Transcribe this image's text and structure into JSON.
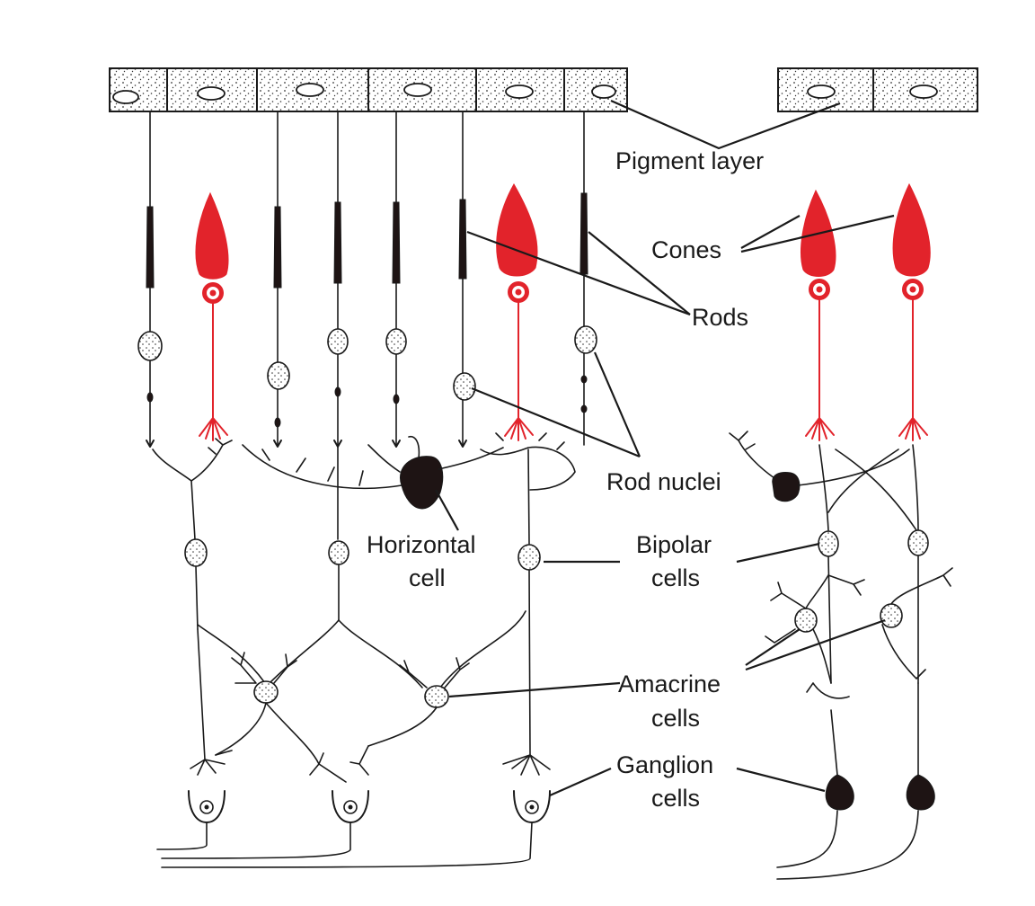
{
  "labels": {
    "pigment_layer": "Pigment layer",
    "cones": "Cones",
    "rods": "Rods",
    "rod_nuclei": "Rod nuclei",
    "horizontal_line1": "Horizontal",
    "horizontal_line2": "cell",
    "bipolar_line1": "Bipolar",
    "bipolar_line2": "cells",
    "amacrine_line1": "Amacrine",
    "amacrine_line2": "cells",
    "ganglion_line1": "Ganglion",
    "ganglion_line2": "cells"
  },
  "colors": {
    "cone": "#e2232b",
    "ink": "#1a1a1a",
    "background": "#ffffff"
  }
}
